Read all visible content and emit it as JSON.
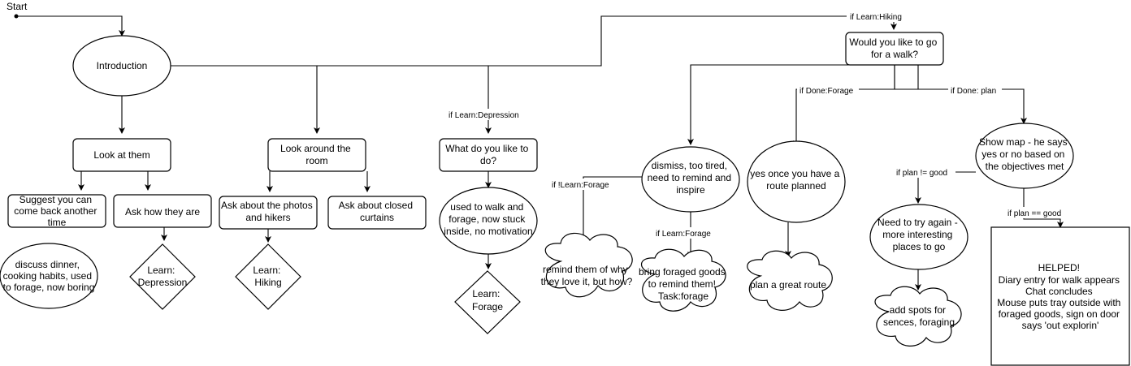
{
  "diagram": {
    "start_label": "Start",
    "nodes": {
      "introduction": "Introduction",
      "look_at_them": "Look at them",
      "suggest_come_back": [
        "Suggest you can",
        "come back another",
        "time"
      ],
      "ask_how_they_are": "Ask how they are",
      "discuss_dinner": [
        "discuss dinner,",
        "cooking habits, used",
        "to forage, now boring"
      ],
      "learn_depression": [
        "Learn:",
        "Depression"
      ],
      "look_around_room": [
        "Look around the",
        "room"
      ],
      "ask_photos_hikers": [
        "Ask about the photos",
        "and hikers"
      ],
      "ask_closed_curtains": [
        "Ask about closed",
        "curtains"
      ],
      "learn_hiking": [
        "Learn:",
        "Hiking"
      ],
      "what_do_you_like": [
        "What do you like to",
        "do?"
      ],
      "used_to_walk": [
        "used to walk and",
        "forage, now stuck",
        "inside, no motivation"
      ],
      "learn_forage": [
        "Learn:",
        "Forage"
      ],
      "remind_them_why": [
        "remind them of why",
        "they love it, but how?"
      ],
      "walk_question": [
        "Would you like to go",
        "for a walk?"
      ],
      "dismiss_too_tired": [
        "dismiss, too tired,",
        "need to remind and",
        "inspire"
      ],
      "bring_foraged_goods": [
        "bring foraged goods",
        "to remind them!",
        "Task:forage"
      ],
      "yes_once_route": [
        "yes once you have a",
        "route planned"
      ],
      "plan_great_route": "plan a great route",
      "show_map": [
        "Show map - he says",
        "yes or no based on",
        "the objectives met"
      ],
      "try_again": [
        "Need to try again -",
        "more interesting",
        "places to go"
      ],
      "add_spots": [
        "add spots for",
        "sences, foraging"
      ],
      "helped": [
        "HELPED!",
        "Diary entry for walk appears",
        "Chat concludes",
        "Mouse puts tray outside with",
        "foraged goods, sign on door",
        "says 'out explorin'"
      ]
    },
    "edge_labels": {
      "if_learn_hiking": "if Learn:Hiking",
      "if_learn_depression": "if Learn:Depression",
      "if_not_learn_forage": "if !Learn:Forage",
      "if_learn_forage": "if Learn:Forage",
      "if_done_forage": "if Done:Forage",
      "if_done_plan": "if Done: plan",
      "if_plan_not_good": "if plan != good",
      "if_plan_good": "if plan == good"
    }
  }
}
